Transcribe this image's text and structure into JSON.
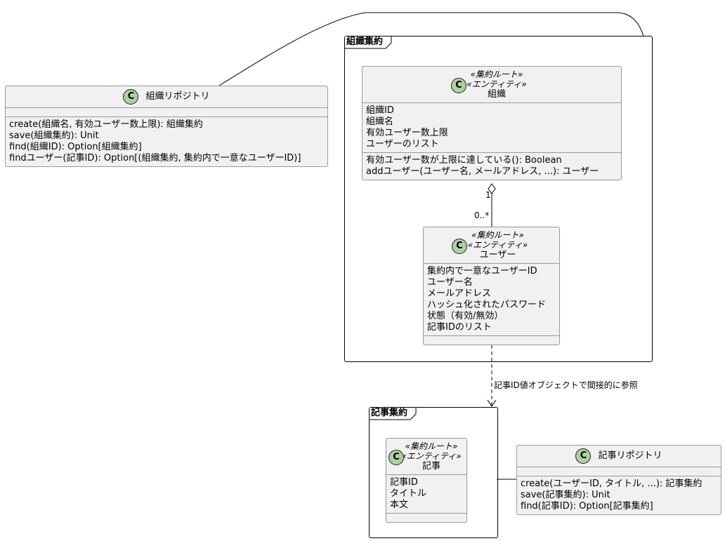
{
  "frames": {
    "org_aggregate": "組織集約",
    "article_aggregate": "記事集約"
  },
  "classes": {
    "org_repo": {
      "badge": "C",
      "name": "組織リポジトリ",
      "methods": [
        "create(組織名, 有効ユーザー数上限): 組織集約",
        "save(組織集約): Unit",
        "find(組織ID): Option[組織集約]",
        "findユーザー(記事ID): Option[(組織集約, 集約内で一意なユーザーID)]"
      ]
    },
    "organization": {
      "badge": "C",
      "stereotypes": [
        "«集約ルート»",
        "«エンティティ»"
      ],
      "name": "組織",
      "fields": [
        "組織ID",
        "組織名",
        "有効ユーザー数上限",
        "ユーザーのリスト"
      ],
      "methods": [
        "有効ユーザー数が上限に達している(): Boolean",
        "addユーザー(ユーザー名, メールアドレス, ...): ユーザー"
      ]
    },
    "user": {
      "badge": "C",
      "stereotypes": [
        "«集約ルート»",
        "«エンティティ»"
      ],
      "name": "ユーザー",
      "fields": [
        "集約内で一意なユーザーID",
        "ユーザー名",
        "メールアドレス",
        "ハッシュ化されたパスワード",
        "状態（有効/無効）",
        "記事IDのリスト"
      ]
    },
    "article": {
      "badge": "C",
      "stereotypes": [
        "«集約ルート»",
        "«エンティティ»"
      ],
      "name": "記事",
      "fields": [
        "記事ID",
        "タイトル",
        "本文"
      ]
    },
    "article_repo": {
      "badge": "C",
      "name": "記事リポジトリ",
      "methods": [
        "create(ユーザーID, タイトル, ...): 記事集約",
        "save(記事集約): Unit",
        "find(記事ID): Option[記事集約]"
      ]
    }
  },
  "relations": {
    "org_user_mult_from": "1",
    "org_user_mult_to": "0..*",
    "user_article_label": "記事ID値オブジェクトで間接的に参照"
  }
}
